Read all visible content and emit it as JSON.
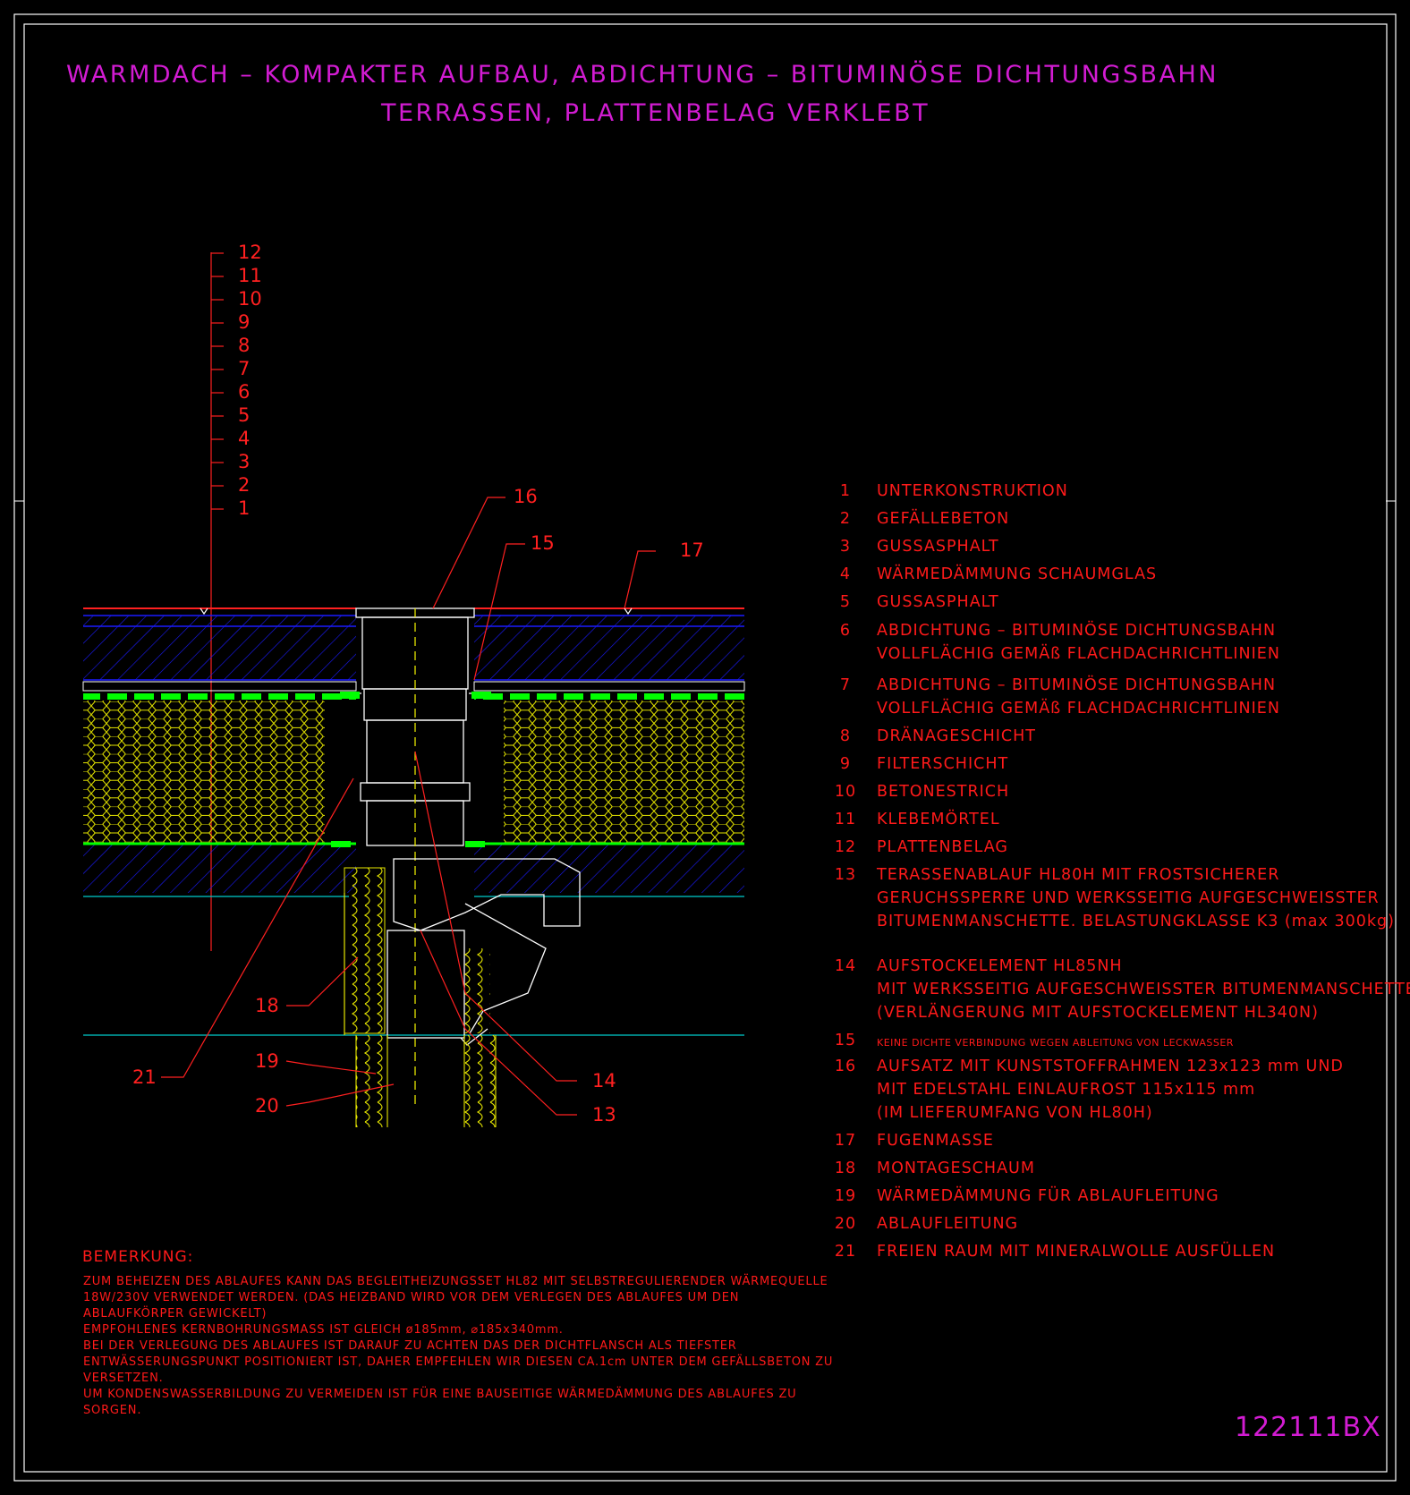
{
  "title": {
    "line1": "WARMDACH – KOMPAKTER AUFBAU, ABDICHTUNG – BITUMINÖSE DICHTUNGSBAHN",
    "line2": "TERRASSEN, PLATTENBELAG VERKLEBT"
  },
  "level_labels": [
    "12",
    "11",
    "10",
    "9",
    "8",
    "7",
    "6",
    "5",
    "4",
    "3",
    "2",
    "1"
  ],
  "callouts": [
    "16",
    "15",
    "17",
    "18",
    "19",
    "20",
    "21",
    "14",
    "13"
  ],
  "legend": [
    {
      "num": "1",
      "lines": [
        "UNTERKONSTRUKTION"
      ]
    },
    {
      "num": "2",
      "lines": [
        "GEFÄLLEBETON"
      ]
    },
    {
      "num": "3",
      "lines": [
        "GUSSASPHALT"
      ]
    },
    {
      "num": "4",
      "lines": [
        "WÄRMEDÄMMUNG SCHAUMGLAS"
      ]
    },
    {
      "num": "5",
      "lines": [
        "GUSSASPHALT"
      ]
    },
    {
      "num": "6",
      "lines": [
        "ABDICHTUNG – BITUMINÖSE DICHTUNGSBAHN",
        "VOLLFLÄCHIG GEMÄß FLACHDACHRICHTLINIEN"
      ]
    },
    {
      "num": "7",
      "lines": [
        "ABDICHTUNG – BITUMINÖSE DICHTUNGSBAHN",
        "VOLLFLÄCHIG GEMÄß FLACHDACHRICHTLINIEN"
      ]
    },
    {
      "num": "8",
      "lines": [
        "DRÄNAGESCHICHT"
      ]
    },
    {
      "num": "9",
      "lines": [
        "FILTERSCHICHT"
      ]
    },
    {
      "num": "10",
      "lines": [
        "BETONESTRICH"
      ]
    },
    {
      "num": "11",
      "lines": [
        "KLEBEMÖRTEL"
      ]
    },
    {
      "num": "12",
      "lines": [
        "PLATTENBELAG"
      ]
    },
    {
      "num": "13",
      "lines": [
        "TERASSENABLAUF HL80H MIT FROSTSICHERER",
        "GERUCHSSPERRE UND WERKSSEITIG AUFGESCHWEISSTER",
        "BITUMENMANSCHETTE. BELASTUNGKLASSE K3 (max 300kg)"
      ]
    },
    {
      "num": "14",
      "lines": [
        "AUFSTOCKELEMENT HL85NH",
        "MIT WERKSSEITIG AUFGESCHWEISSTER BITUMENMANSCHETTE",
        "(VERLÄNGERUNG MIT AUFSTOCKELEMENT HL340N)"
      ]
    },
    {
      "num": "15",
      "lines": [
        "KEINE DICHTE VERBINDUNG WEGEN ABLEITUNG VON LECKWASSER"
      ],
      "small": true
    },
    {
      "num": "16",
      "lines": [
        "AUFSATZ MIT KUNSTSTOFFRAHMEN 123x123 mm UND",
        "MIT EDELSTAHL EINLAUFROST 115x115 mm",
        "(IM LIEFERUMFANG VON HL80H)"
      ]
    },
    {
      "num": "17",
      "lines": [
        "FUGENMASSE"
      ]
    },
    {
      "num": "18",
      "lines": [
        "MONTAGESCHAUM"
      ]
    },
    {
      "num": "19",
      "lines": [
        "WÄRMEDÄMMUNG FÜR ABLAUFLEITUNG"
      ]
    },
    {
      "num": "20",
      "lines": [
        "ABLAUFLEITUNG"
      ]
    },
    {
      "num": "21",
      "lines": [
        "FREIEN RAUM MIT MINERALWOLLE AUSFÜLLEN"
      ]
    }
  ],
  "remark": {
    "title": "BEMERKUNG:",
    "lines": [
      "ZUM BEHEIZEN DES ABLAUFES KANN DAS BEGLEITHEIZUNGSSET HL82 MIT SELBSTREGULIERENDER WÄRMEQUELLE",
      "18W/230V VERWENDET WERDEN. (DAS HEIZBAND WIRD VOR DEM VERLEGEN DES ABLAUFES UM DEN",
      "ABLAUFKÖRPER GEWICKELT)",
      "EMPFOHLENES KERNBOHRUNGSMASS IST GLEICH ø185mm, ⌀185x340mm.",
      "BEI DER VERLEGUNG DES ABLAUFES IST DARAUF ZU ACHTEN DAS DER DICHTFLANSCH ALS TIEFSTER",
      "ENTWÄSSERUNGSPUNKT POSITIONIERT IST, DAHER EMPFEHLEN WIR DIESEN CA.1cm UNTER DEM GEFÄLLSBETON ZU",
      "VERSETZEN.",
      "UM KONDENSWASSERBILDUNG ZU VERMEIDEN IST FÜR EINE BAUSEITIGE WÄRMEDÄMMUNG DES ABLAUFES ZU",
      "SORGEN."
    ]
  },
  "drawing_code": "122111BX",
  "colors": {
    "background": "#000000",
    "frame": "#ffffff",
    "title": "#d21cd2",
    "annotation": "#ff2020",
    "concrete": "#1a1aff",
    "insulation": "#e6e600",
    "membrane": "#00ff00",
    "drain": "#ffffff",
    "base_line": "#00cccc"
  }
}
